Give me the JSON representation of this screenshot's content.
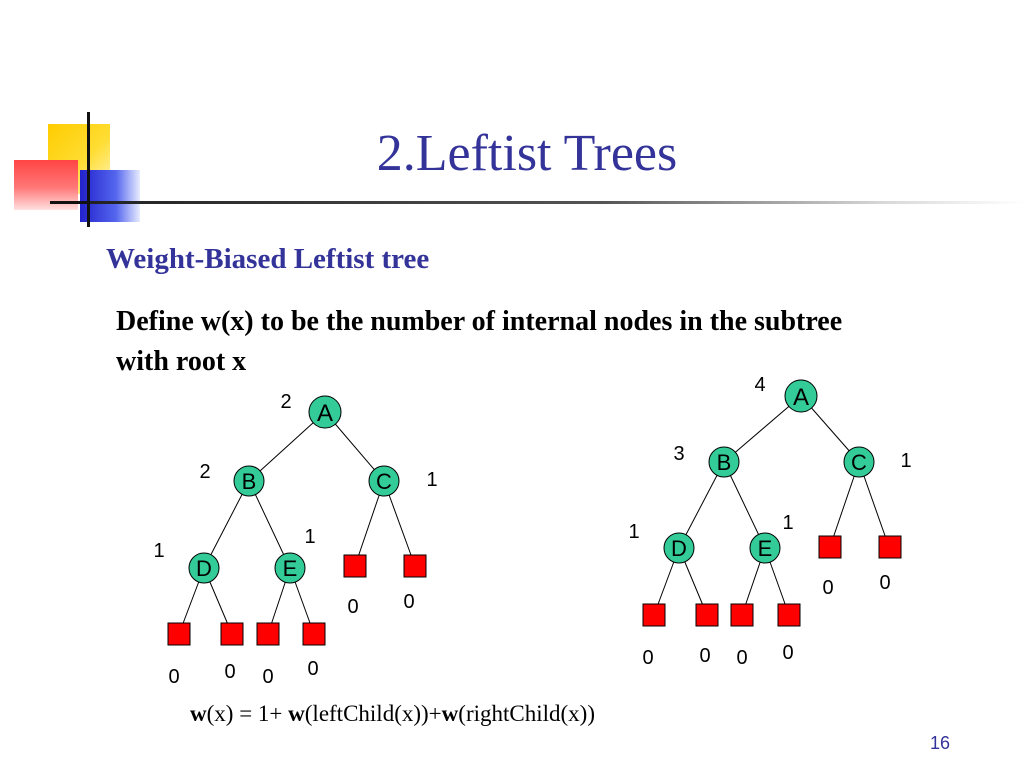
{
  "slide": {
    "title": "2.Leftist Trees",
    "subtitle": "Weight-Biased Leftist tree",
    "definition": "Define w(x) to be the number of internal nodes in the subtree with root x",
    "formula": {
      "w1": "w",
      "part1": "(x) = 1+ ",
      "w2": "w",
      "part2": "(leftChild(x))+",
      "w3": "w",
      "part3": "(rightChild(x))"
    },
    "page_number": "16"
  },
  "colors": {
    "title": "#333399",
    "internal_node": "#33cc99",
    "external_node": "#ff0000"
  },
  "trees": [
    {
      "nodes": [
        {
          "id": "A",
          "label": "A",
          "weight": "2"
        },
        {
          "id": "B",
          "label": "B",
          "weight": "2"
        },
        {
          "id": "C",
          "label": "C",
          "weight": "1"
        },
        {
          "id": "D",
          "label": "D",
          "weight": "1"
        },
        {
          "id": "E",
          "label": "E",
          "weight": "1"
        }
      ],
      "external_weights": [
        "0",
        "0",
        "0",
        "0",
        "0",
        "0"
      ]
    },
    {
      "nodes": [
        {
          "id": "A",
          "label": "A",
          "weight": "4"
        },
        {
          "id": "B",
          "label": "B",
          "weight": "3"
        },
        {
          "id": "C",
          "label": "C",
          "weight": "1"
        },
        {
          "id": "D",
          "label": "D",
          "weight": "1"
        },
        {
          "id": "E",
          "label": "E",
          "weight": "1"
        }
      ],
      "external_weights": [
        "0",
        "0",
        "0",
        "0",
        "0",
        "0"
      ]
    }
  ]
}
